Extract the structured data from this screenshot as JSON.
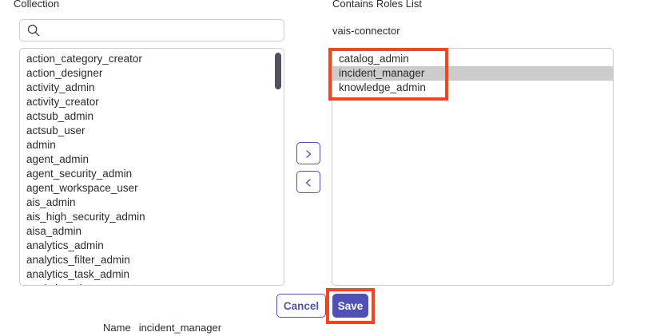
{
  "left_panel": {
    "label": "Collection",
    "search": {
      "placeholder": "",
      "value": "",
      "icon": "search-icon"
    },
    "items": [
      "action_category_creator",
      "action_designer",
      "activity_admin",
      "activity_creator",
      "actsub_admin",
      "actsub_user",
      "admin",
      "agent_admin",
      "agent_security_admin",
      "agent_workspace_user",
      "ais_admin",
      "ais_high_security_admin",
      "aisa_admin",
      "analytics_admin",
      "analytics_filter_admin",
      "analytics_task_admin",
      "analytics_viewer"
    ]
  },
  "transfer": {
    "move_right_icon": "chevron-right-icon",
    "move_left_icon": "chevron-left-icon"
  },
  "right_panel": {
    "label": "Contains Roles List",
    "subject": "vais-connector",
    "items": [
      {
        "label": "catalog_admin",
        "selected": false
      },
      {
        "label": "incident_manager",
        "selected": true
      },
      {
        "label": "knowledge_admin",
        "selected": false
      }
    ]
  },
  "actions": {
    "cancel_label": "Cancel",
    "save_label": "Save"
  },
  "footer": {
    "name_label": "Name",
    "name_value": "incident_manager"
  },
  "colors": {
    "accent": "#4f52b2",
    "annotation": "#f7441f",
    "selection": "#cccccc",
    "border": "#c9cdd4",
    "scrollbar": "#52525e"
  }
}
